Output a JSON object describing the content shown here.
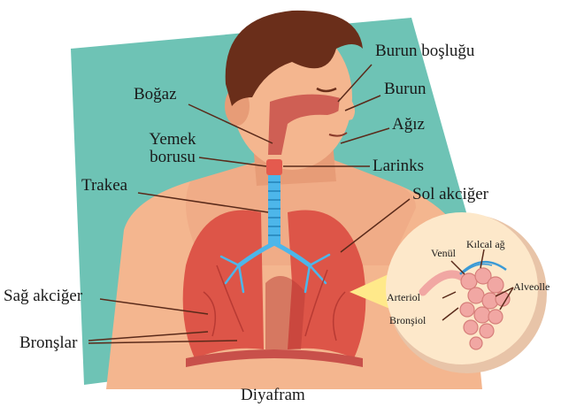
{
  "colors": {
    "background_panel": "#6ec3b5",
    "skin": "#f4b68f",
    "skin_shadow": "#e79c77",
    "hair": "#6a2e1a",
    "lung": "#dd5548",
    "lung_dark": "#b83a33",
    "airway": "#4db6ea",
    "callout_circle": "#fde8ca",
    "callout_bubble": "#ffe98a",
    "alveoli": "#f1a7a3",
    "capillary": "#3b9ad6",
    "leader_line": "#5a2a1a"
  },
  "labels": {
    "burun_boslugu": "Burun boşluğu",
    "burun": "Burun",
    "agiz": "Ağız",
    "bogaz": "Boğaz",
    "yemek_borusu_1": "Yemek",
    "yemek_borusu_2": "borusu",
    "larinks": "Larinks",
    "trakea": "Trakea",
    "sol_akciger": "Sol akciğer",
    "sag_akciger": "Sağ akciğer",
    "bronslar": "Bronşlar",
    "diyafram": "Diyafram",
    "venul": "Venül",
    "kilcal_ag": "Kılcal ağ",
    "alveolle": "Alveolle",
    "arteriol": "Arteriol",
    "bronsiol": "Bronşiol"
  }
}
